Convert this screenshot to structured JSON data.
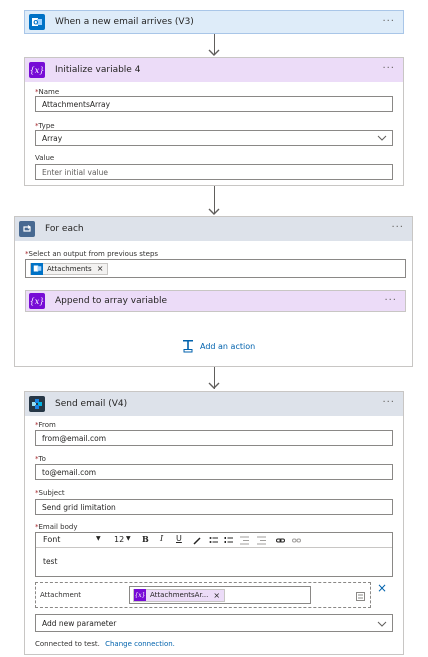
{
  "trigger": {
    "title": "When a new email arrives (V3)",
    "more": "···"
  },
  "init_var": {
    "title": "Initialize variable 4",
    "more": "···",
    "name_label": "Name",
    "name_value": "AttachmentsArray",
    "type_label": "Type",
    "type_value": "Array",
    "value_label": "Value",
    "value_placeholder": "Enter initial value",
    "required_mark": "*"
  },
  "foreach": {
    "title": "For each",
    "more": "···",
    "select_label": "Select an output from previous steps",
    "token_label": "Attachments",
    "token_remove": "×",
    "append": {
      "title": "Append to array variable",
      "more": "···"
    },
    "add_action": "Add an action"
  },
  "send_email": {
    "title": "Send email (V4)",
    "more": "···",
    "from_label": "From",
    "from_value": "from@email.com",
    "to_label": "To",
    "to_value": "to@email.com",
    "subject_label": "Subject",
    "subject_value": "Send grid limitation",
    "body_label": "Email body",
    "font_name": "Font",
    "font_size": "12",
    "body_text": "test",
    "attachment_label": "Attachment",
    "attachment_token": "AttachmentsAr...",
    "token_remove": "×",
    "attachment_remove": "×",
    "add_param_placeholder": "Add new parameter",
    "connected_text": "Connected to test.",
    "change_connection": "Change connection."
  },
  "colors": {
    "trigger_bg": "#deecf9",
    "trigger_border": "#a9c6e8",
    "variable_bg": "#ecdcf8",
    "variable_purple": "#770bd6",
    "foreach_bg": "#dde2ea",
    "foreach_icon": "#486991",
    "sendgrid_bg": "#dde2ea",
    "sendgrid_icon": "#1a82e2",
    "link_blue": "#0062ad"
  }
}
